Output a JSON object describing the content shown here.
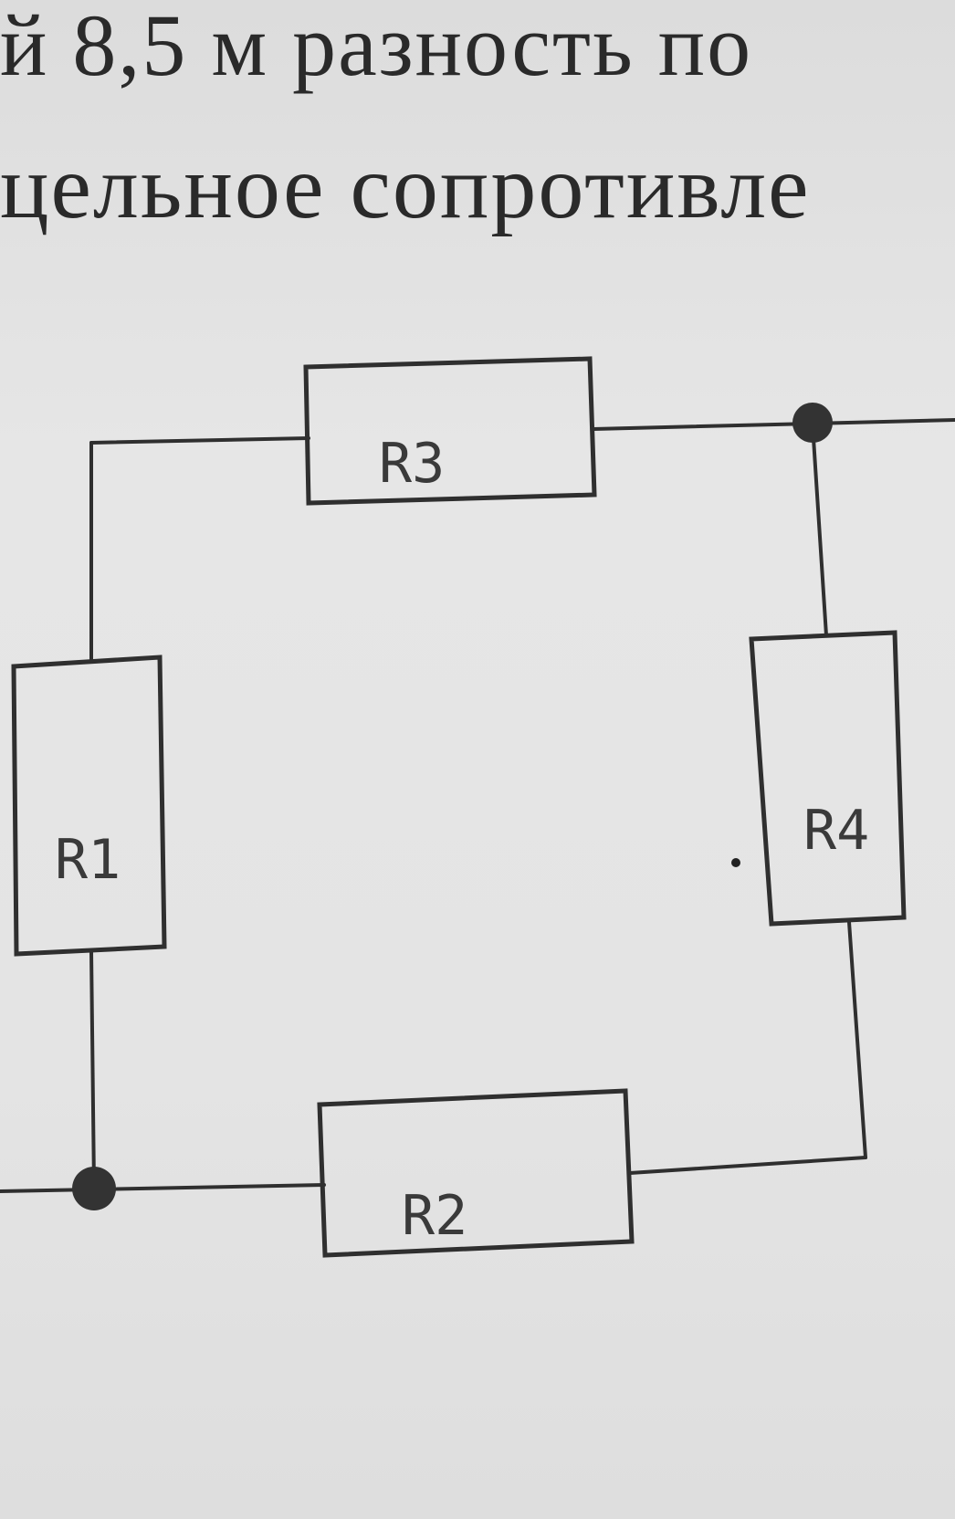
{
  "text": {
    "line1": "й 8,5 м разность по",
    "line2": "цельное сопротивле"
  },
  "circuit": {
    "resistors": [
      {
        "id": "r1",
        "label": "R1"
      },
      {
        "id": "r2",
        "label": "R2"
      },
      {
        "id": "r3",
        "label": "R3"
      },
      {
        "id": "r4",
        "label": "R4"
      }
    ]
  },
  "colors": {
    "paper": "#e3e3e3",
    "ink": "#2f2f2f"
  }
}
